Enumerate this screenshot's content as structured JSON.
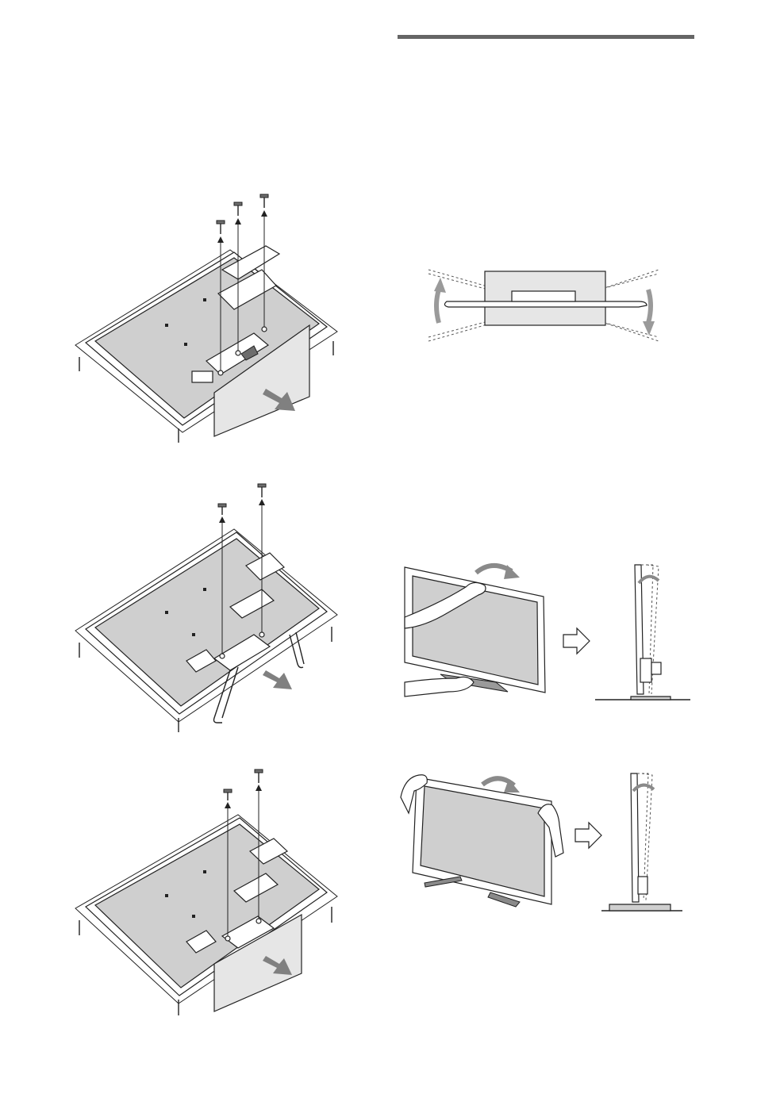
{
  "page": {
    "background": "#ffffff",
    "rule_color": "#666666"
  },
  "figures": {
    "fig1": {
      "icon": "tv-stand-removal-three-screws-illustration"
    },
    "fig2": {
      "icon": "tv-stand-removal-two-screws-wire-stand-illustration"
    },
    "fig3": {
      "icon": "tv-stand-removal-two-screws-plate-stand-illustration"
    },
    "fig4": {
      "icon": "tv-swivel-top-view-illustration"
    },
    "fig5": {
      "icon": "tv-tilt-front-and-side-view-illustration"
    },
    "fig6": {
      "icon": "tv-tilt-two-hands-and-side-view-illustration"
    }
  }
}
